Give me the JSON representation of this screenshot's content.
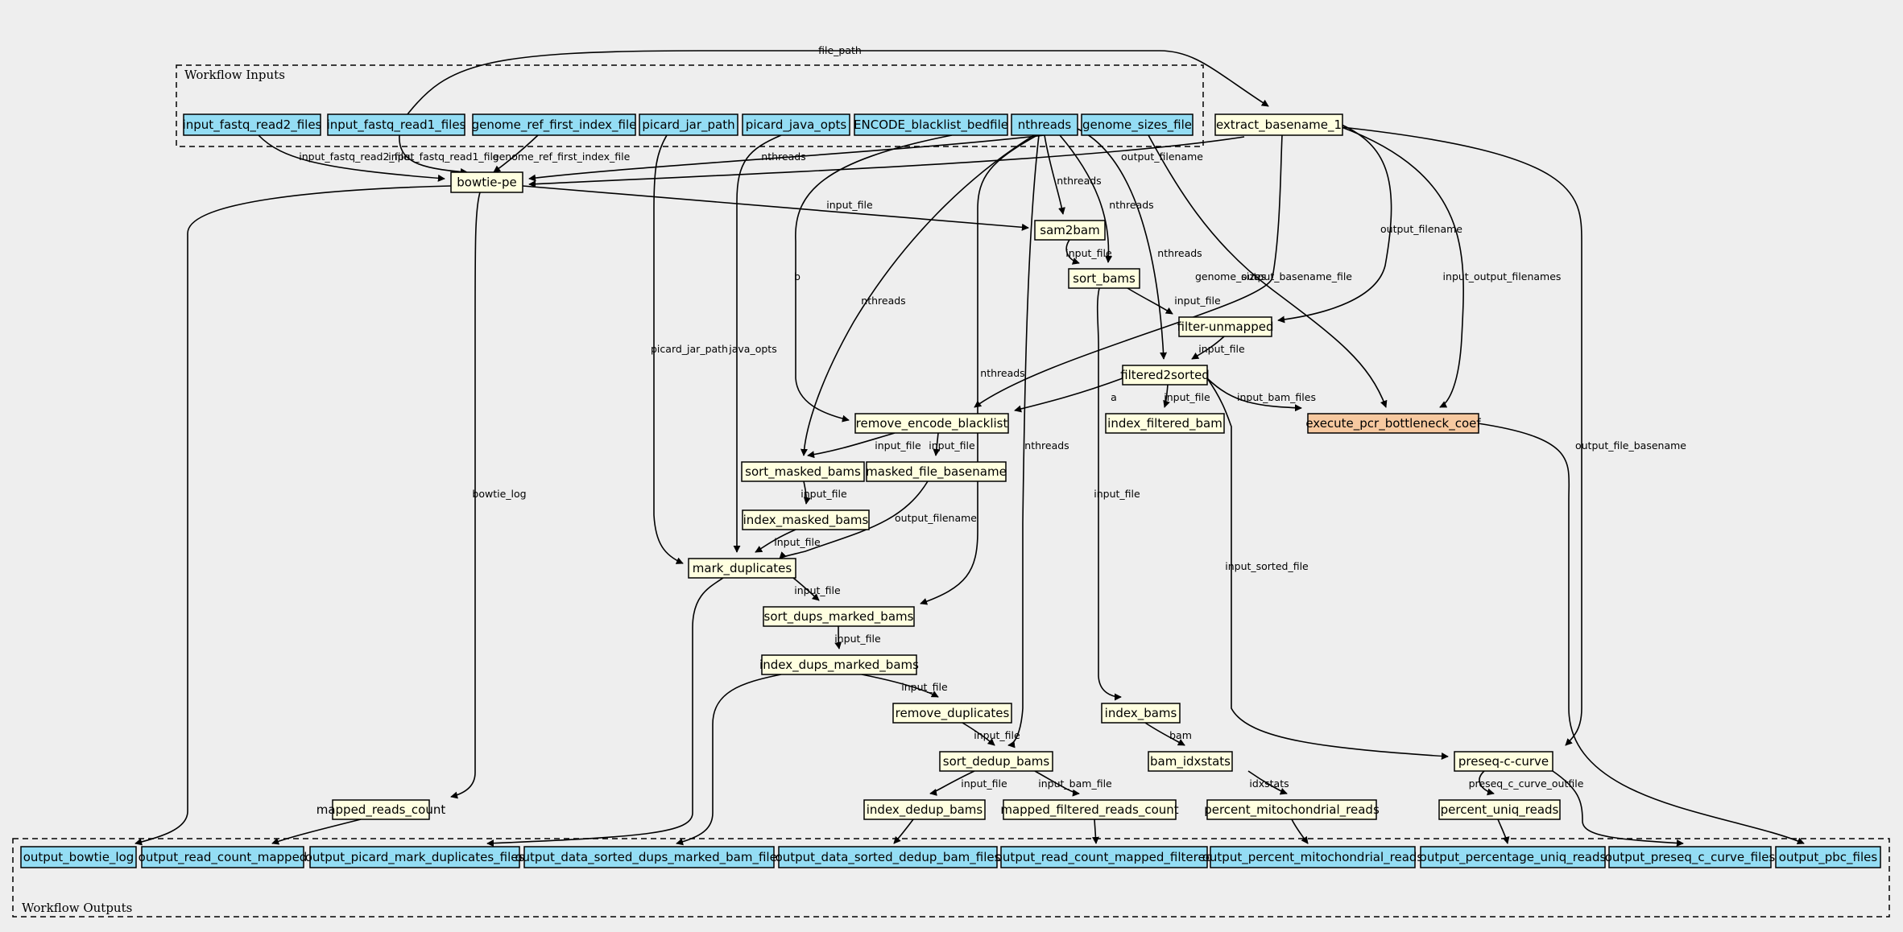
{
  "clusters": {
    "inputs": "Workflow Inputs",
    "outputs": "Workflow Outputs"
  },
  "colors": {
    "background": "#eeeeee",
    "io_node": "#94ddf4",
    "step_node": "#ffffe0",
    "highlight_node": "#f7c9a0"
  },
  "nodes": {
    "in_fastq2": "input_fastq_read2_files",
    "in_fastq1": "input_fastq_read1_files",
    "in_genome_ref": "genome_ref_first_index_file",
    "in_picard_jar": "picard_jar_path",
    "in_picard_opts": "picard_java_opts",
    "in_blacklist": "ENCODE_blacklist_bedfile",
    "in_nthreads": "nthreads",
    "in_genome_sizes": "genome_sizes_file",
    "extract_basename": "extract_basename_1",
    "bowtie": "bowtie-pe",
    "sam2bam": "sam2bam",
    "sort_bams": "sort_bams",
    "filter_unmapped": "filter-unmapped",
    "filtered2sorted": "filtered2sorted",
    "execute_pcr": "execute_pcr_bottleneck_coef",
    "remove_blacklist": "remove_encode_blacklist",
    "index_filtered_bam": "index_filtered_bam",
    "sort_masked_bams": "sort_masked_bams",
    "masked_file_basename": "masked_file_basename",
    "index_masked_bams": "index_masked_bams",
    "mark_duplicates": "mark_duplicates",
    "sort_dups_marked": "sort_dups_marked_bams",
    "index_dups_marked": "index_dups_marked_bams",
    "remove_duplicates": "remove_duplicates",
    "sort_dedup_bams": "sort_dedup_bams",
    "index_bams": "index_bams",
    "bam_idxstats": "bam_idxstats",
    "preseq": "preseq-c-curve",
    "mapped_reads_count": "mapped_reads_count",
    "index_dedup_bams": "index_dedup_bams",
    "mapped_filtered_count": "mapped_filtered_reads_count",
    "percent_mito": "percent_mitochondrial_reads",
    "percent_uniq": "percent_uniq_reads",
    "out_bowtie_log": "output_bowtie_log",
    "out_read_count_mapped": "output_read_count_mapped",
    "out_picard_dups": "output_picard_mark_duplicates_files",
    "out_sorted_dups": "output_data_sorted_dups_marked_bam_files",
    "out_sorted_dedup": "output_data_sorted_dedup_bam_files",
    "out_count_filtered": "output_read_count_mapped_filtered",
    "out_percent_mito": "output_percent_mitochondrial_reads",
    "out_pct_uniq": "output_percentage_uniq_reads",
    "out_preseq": "output_preseq_c_curve_files",
    "out_pbc": "output_pbc_files"
  },
  "edge_labels": {
    "file_path": "file_path",
    "fastq2": "input_fastq_read2_file",
    "fastq1": "input_fastq_read1_file",
    "genome_ref": "genome_ref_first_index_file",
    "nthreads_bowtie": "nthreads",
    "output_filename_bowtie": "output_filename",
    "input_file_sam2bam": "input_file",
    "nthreads_sam2bam": "nthreads",
    "nthreads_sort": "nthreads",
    "input_file_sort": "input_file",
    "output_filename_filter": "output_filename",
    "input_output_filenames": "input_output_filenames",
    "nthreads_f2s": "nthreads",
    "genome_sizes": "genome_sizes",
    "output_basename_file": "output_basename_file",
    "b": "b",
    "nthreads_masked": "nthreads",
    "picard_jar_path": "picard_jar_path",
    "java_opts": "java_opts",
    "nthreads_dups": "nthreads",
    "input_file_filter": "input_file",
    "input_file_f2s": "input_file",
    "input_bam_files": "input_bam_files",
    "a": "a",
    "input_file_idxfilt": "input_file",
    "output_file_basename": "output_file_basename",
    "input_file_sortmasked": "input_file",
    "input_file_maskedbase": "input_file",
    "bowtie_log": "bowtie_log",
    "nthreads_dedup": "nthreads",
    "input_file_indexmasked": "input_file",
    "output_filename_mark": "output_filename",
    "input_file_markdup": "input_file",
    "input_file_index_bams": "input_file",
    "input_sorted_file": "input_sorted_file",
    "input_file_sortdups": "input_file",
    "input_file_indexdups": "input_file",
    "input_file_removedups": "input_file",
    "input_file_sortdedup": "input_file",
    "bam": "bam",
    "input_file_indexdedup": "input_file",
    "input_bam_file": "input_bam_file",
    "idxstats": "idxstats",
    "preseq_outfile": "preseq_c_curve_outfile"
  }
}
